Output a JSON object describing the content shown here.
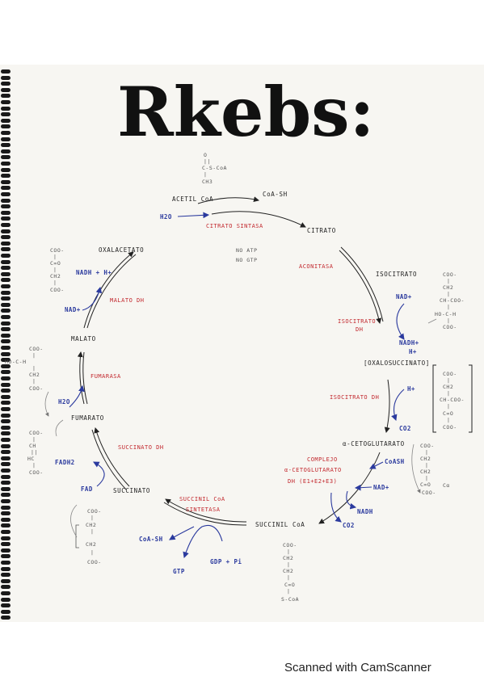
{
  "title": "Rkebs:",
  "footer": "Scanned with CamScanner",
  "compounds": {
    "acetilcoa": "ACETIL CoA",
    "coash_top": "CoA-SH",
    "citrato": "CITRATO",
    "isocitrato": "ISOCITRATO",
    "oxalosuccinato": "[OXALOSUCCINATO]",
    "cetoglutarato": "α-CETOGLUTARATO",
    "succinilcoa": "SUCCINIL CoA",
    "succinato": "SUCCINATO",
    "fumarato": "FUMARATO",
    "malato": "MALATO",
    "oxalacetato": "OXALACETATO"
  },
  "enzymes": {
    "citrato_sintasa": "CITRATO SINTASA",
    "aconitasa": "ACONITASA",
    "isocitrato_dh1": "ISOCITRATO",
    "isocitrato_dh1b": "DH",
    "isocitrato_dh2": "ISOCITRATO DH",
    "complejo1": "COMPLEJO",
    "complejo2": "α-CETOGLUTARATO",
    "complejo3": "DH (E1+E2+E3)",
    "succinil_sint1": "SUCCINIL CoA",
    "succinil_sint2": "SINTETASA",
    "succinato_dh": "SUCCINATO DH",
    "fumarasa": "FUMARASA",
    "malato_dh": "MALATO DH"
  },
  "cofactors": {
    "h2o_1": "H2O",
    "nad_1": "NAD+",
    "nadh_1": "NADH+",
    "h_1": "H+",
    "h_2": "H+",
    "co2_1": "CO2",
    "coash_2": "CoASH",
    "nad_2": "NAD+",
    "nadh_2": "NADH",
    "co2_2": "CO2",
    "gdp": "GDP + Pi",
    "coash_3": "CoA-SH",
    "gtp": "GTP",
    "fad": "FAD",
    "fadh2": "FADH2",
    "h2o_2": "H2O",
    "nad_3": "NAD+",
    "nadh_3": "NADH + H+"
  },
  "notes": {
    "no_atp": "NO ATP",
    "no_gtp": "NO GTP"
  },
  "structures": {
    "acetyl": [
      "O",
      "||",
      "C-S-CoA",
      "|",
      "CH3"
    ],
    "isocitrate": [
      "COO-",
      "|",
      "CH2",
      "|",
      "CH-COO-",
      "|",
      "HO-C-H",
      "|",
      "COO-"
    ],
    "oxalosuccinate": [
      "COO-",
      "|",
      "CH2",
      "|",
      "CH-COO-",
      "|",
      "C=O",
      "|",
      "COO-"
    ],
    "ketoglutarate": [
      "COO-",
      "|",
      "CH2",
      "|",
      "CH2",
      "|",
      "C=O",
      "COO-"
    ],
    "ketoglutarate_ca": "Cα",
    "succinylcoa": [
      "COO-",
      "|",
      "CH2",
      "|",
      "CH2",
      "|",
      "C=O",
      "|",
      "S-CoA"
    ],
    "succinate": [
      "COO-",
      "|",
      "CH2",
      "|",
      "CH2",
      "|",
      "COO-"
    ],
    "fumarate": [
      "COO-",
      "|",
      "CH",
      "||",
      "HC",
      "|",
      "COO-"
    ],
    "malate": [
      "COO-",
      "|",
      "HO-C-H",
      "|",
      "CH2",
      "|",
      "COO-"
    ],
    "oxaloacetate": [
      "COO-",
      "|",
      "C=O",
      "|",
      "CH2",
      "|",
      "COO-"
    ]
  },
  "colors": {
    "ink": "#222222",
    "red": "#c2272d",
    "blue": "#2b3a9e",
    "paper": "#f7f6f2"
  }
}
